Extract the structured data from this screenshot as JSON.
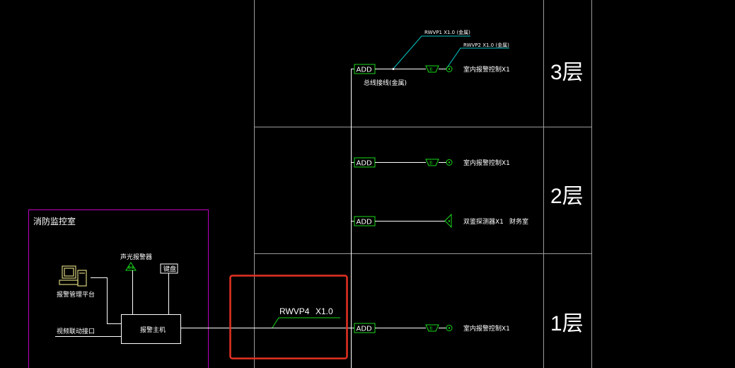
{
  "floors": [
    {
      "label": "3层"
    },
    {
      "label": "2层"
    },
    {
      "label": "1层"
    }
  ],
  "add_label": "ADD",
  "floor3": {
    "wire1": "RWVP1   X1.0  (金属)",
    "wire2": "RWVP2   X1.0  (金属)",
    "device_text": "室内报警控制X1",
    "bus_text": "总线接线(金属)"
  },
  "floor2": {
    "device_text": "室内报警控制X1",
    "detector_text": "双鉴探测器X1",
    "room_text": "财务室"
  },
  "floor1": {
    "device_text": "室内报警控制X1"
  },
  "control_room": {
    "title": "消防监控室",
    "pc_label": "报警管理平台",
    "siren_label": "声光报警器",
    "keypad_label": "键盘",
    "host_label": "报警主机",
    "video_link_label": "视频联动接口"
  },
  "highlight": {
    "cable_label": "RWVP4",
    "cable_spec": "X1.0",
    "box_color": "#e53222"
  },
  "colors": {
    "grid": "#9a9a9a",
    "wire": "#ffffff",
    "device": "#19d919",
    "room_border": "#c000c0",
    "pc": "#d6cf7a",
    "siren": "#19d919",
    "leader": "#00c6c6"
  }
}
